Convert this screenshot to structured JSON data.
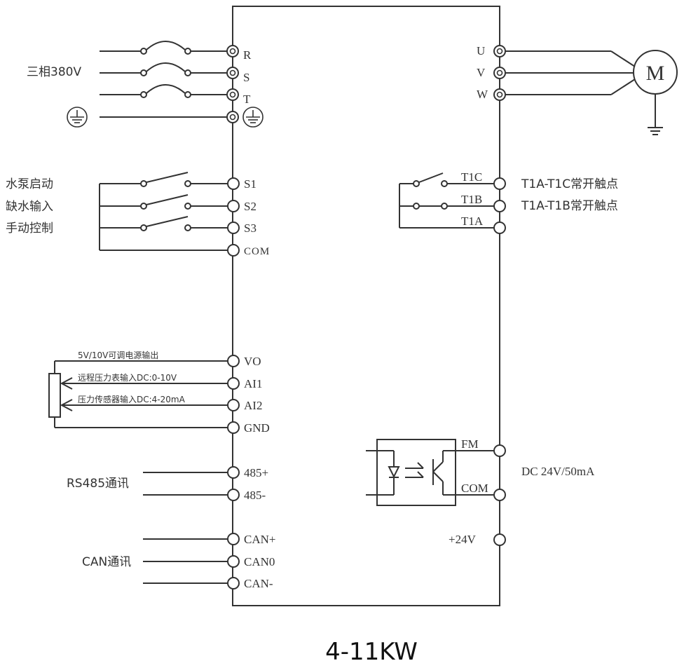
{
  "diagram": {
    "title": "4-11KW",
    "power_input": {
      "label": "三相380V",
      "terminals": [
        "R",
        "S",
        "T"
      ],
      "ground_icon": "protective-earth-icon"
    },
    "motor_output": {
      "terminals": [
        "U",
        "V",
        "W"
      ],
      "motor_label": "M"
    },
    "digital_inputs": {
      "terminals": [
        "S1",
        "S2",
        "S3",
        "COM"
      ],
      "labels": [
        "水泵启动",
        "缺水输入",
        "手动控制"
      ]
    },
    "relay_output": {
      "terminals": [
        "T1C",
        "T1B",
        "T1A"
      ],
      "labels": [
        "T1A-T1C常开触点",
        "T1A-T1B常开触点"
      ]
    },
    "analog": {
      "terminals": [
        "VO",
        "AI1",
        "AI2",
        "GND"
      ],
      "labels": [
        "5V/10V可调电源输出",
        "远程压力表输入DC:0-10V",
        "压力传感器输入DC:4-20mA"
      ]
    },
    "fm_output": {
      "terminals": [
        "FM",
        "COM",
        "+24V"
      ],
      "rating": "DC 24V/50mA"
    },
    "rs485": {
      "label": "RS485通讯",
      "terminals": [
        "485+",
        "485-"
      ]
    },
    "can": {
      "label": "CAN通讯",
      "terminals": [
        "CAN+",
        "CAN0",
        "CAN-"
      ]
    }
  }
}
